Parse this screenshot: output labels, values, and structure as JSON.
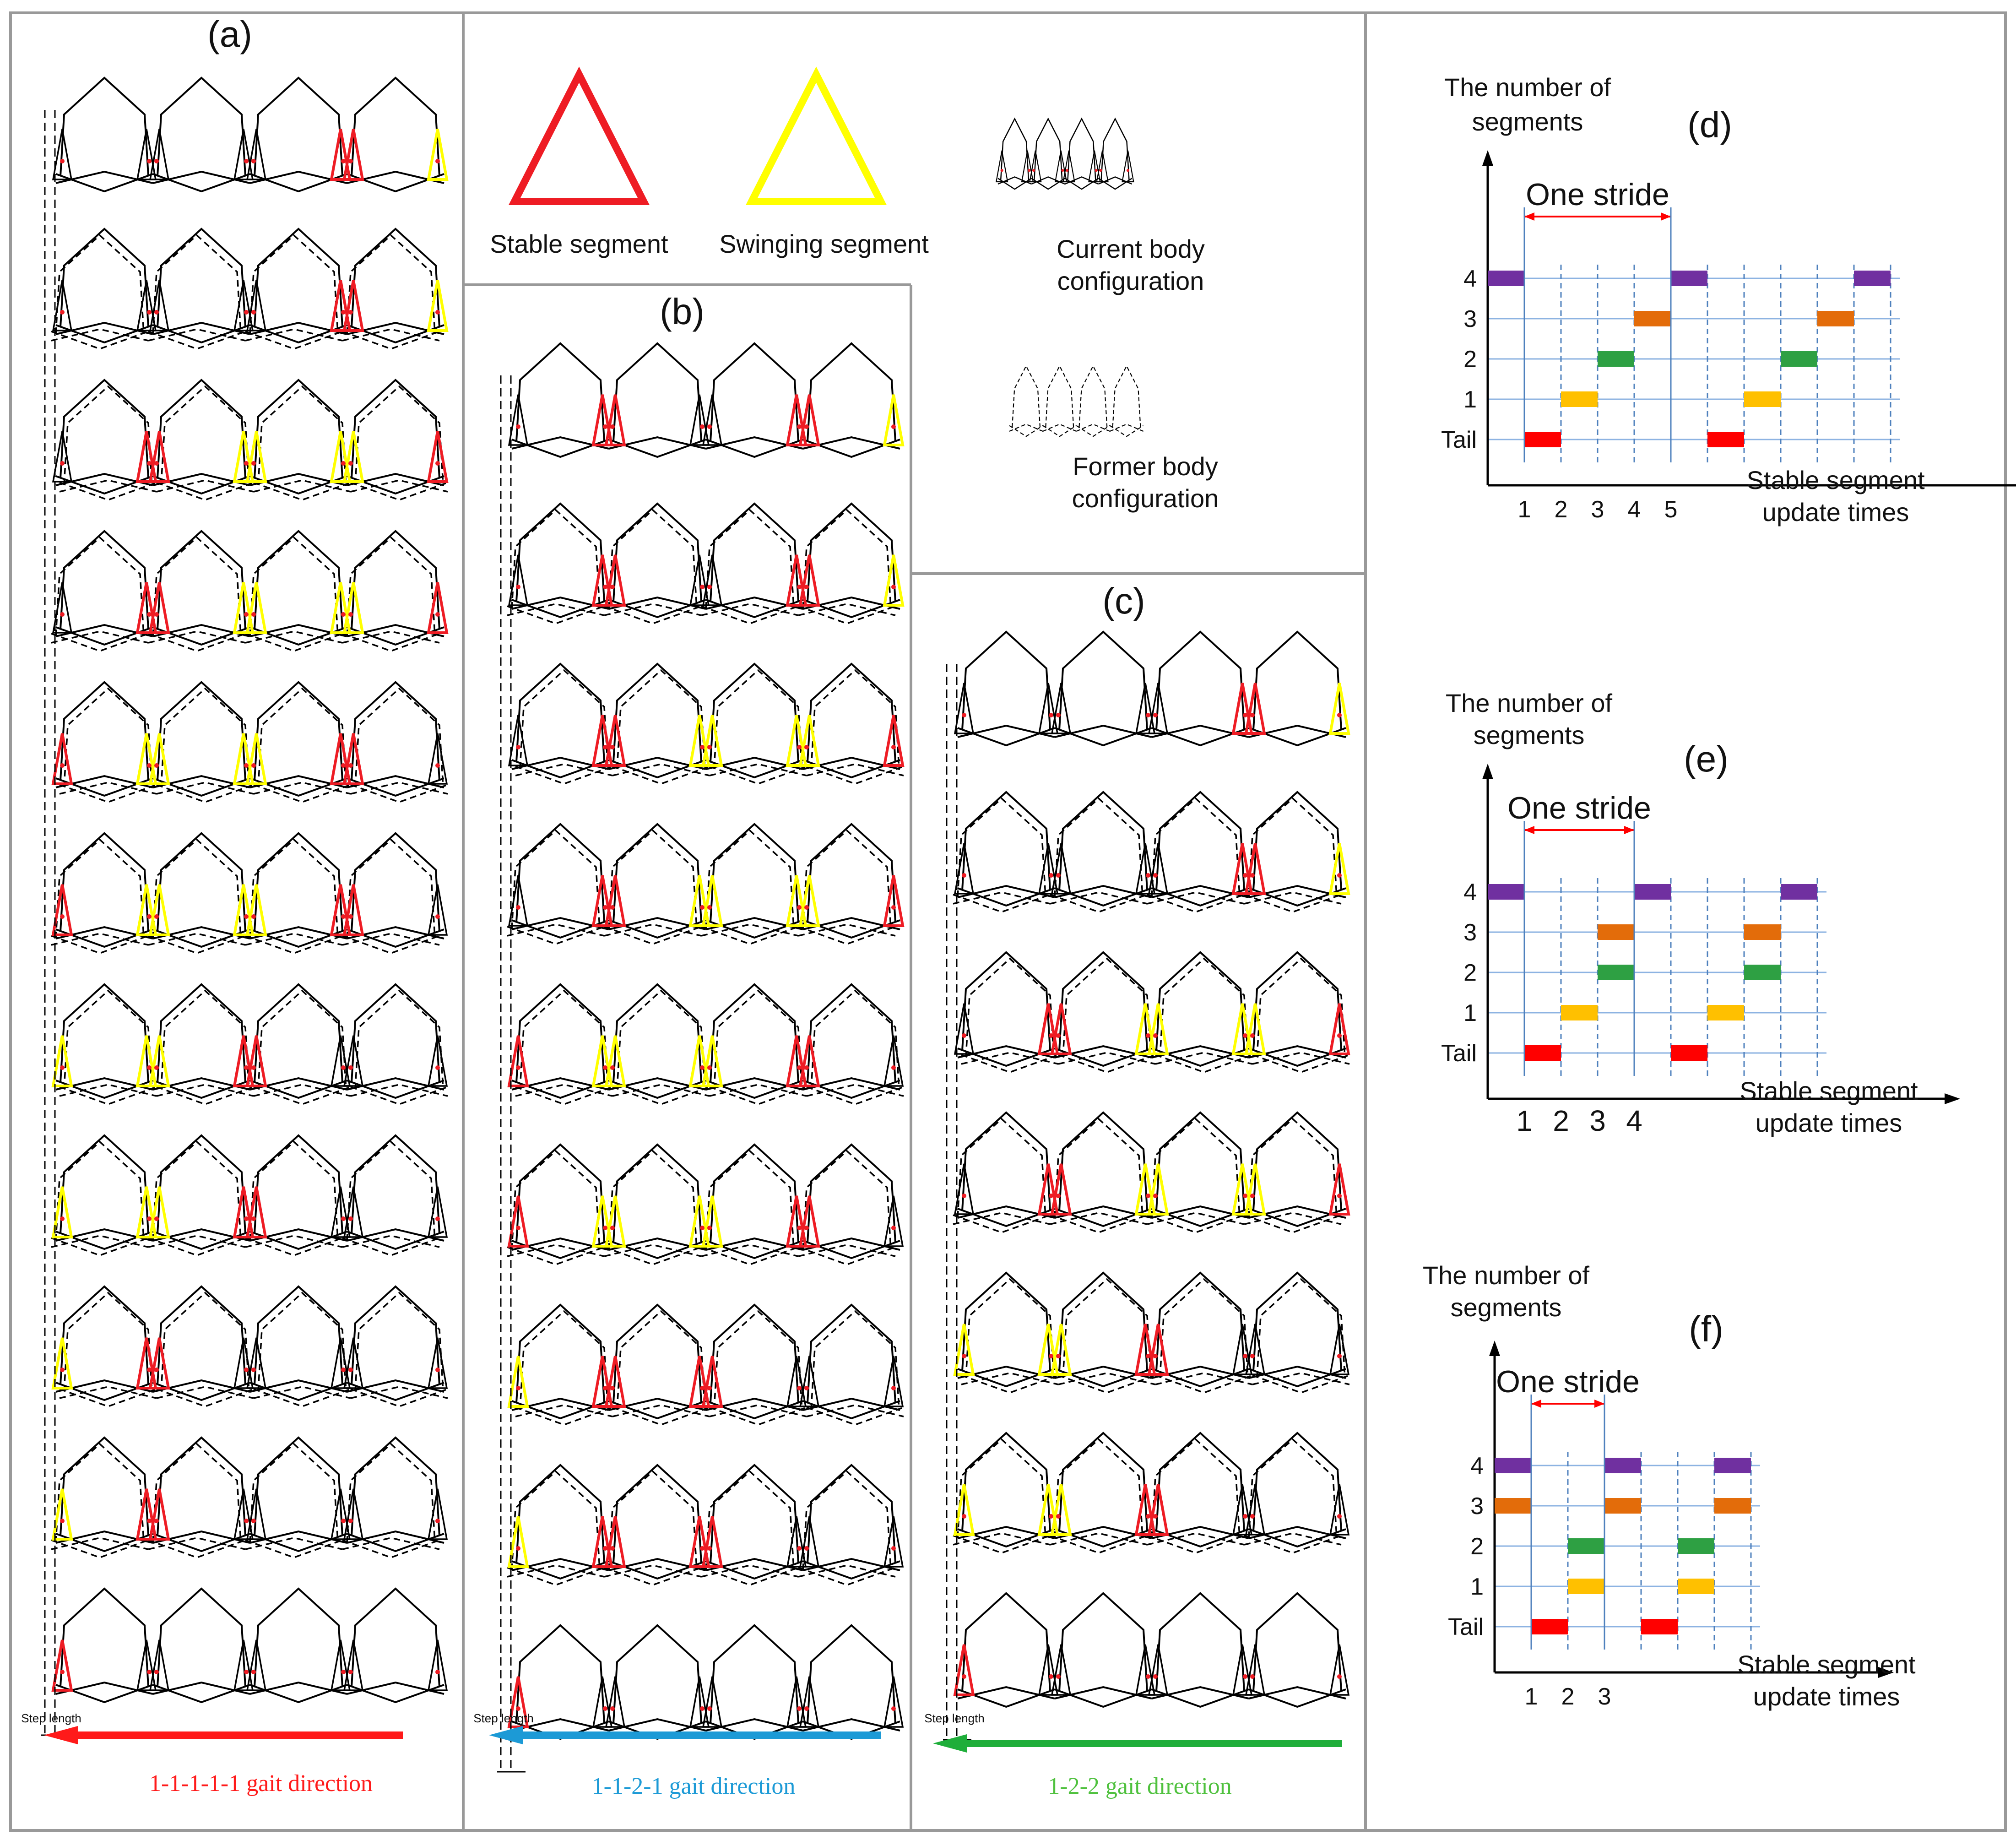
{
  "panels": {
    "a": {
      "label": "(a)",
      "direction": "1-1-1-1-1 gait direction",
      "step_label": "Step length",
      "color": "#ff1a1a"
    },
    "b": {
      "label": "(b)",
      "direction": "1-1-2-1 gait direction",
      "step_label": "Step length",
      "color": "#1c9ad6"
    },
    "c": {
      "label": "(c)",
      "direction": "1-2-2 gait direction",
      "step_label": "Step length",
      "color": "#1fae3a"
    }
  },
  "legend": {
    "stable": "Stable segment",
    "swinging": "Swinging segment",
    "current_1": "Current body",
    "current_2": "configuration",
    "former_1": "Former body",
    "former_2": "configuration",
    "stable_color": "#ee1c24",
    "swinging_color": "#ffff00"
  },
  "timing_charts": [
    {
      "label": "(d)",
      "ylabel_1": "The number of",
      "ylabel_2": "segments",
      "xlabel_1": "Stable segment",
      "xlabel_2": "update times",
      "stride": "One stride",
      "rows": [
        "4",
        "3",
        "2",
        "1",
        "Tail"
      ],
      "ticks": [
        "1",
        "2",
        "3",
        "4",
        "5"
      ],
      "bars": [
        {
          "row": "4",
          "slot": 0
        },
        {
          "row": "Tail",
          "slot": 1
        },
        {
          "row": "1",
          "slot": 2
        },
        {
          "row": "2",
          "slot": 3
        },
        {
          "row": "3",
          "slot": 4
        },
        {
          "row": "4",
          "slot": 5
        },
        {
          "row": "Tail",
          "slot": 6
        },
        {
          "row": "1",
          "slot": 7
        },
        {
          "row": "2",
          "slot": 8
        },
        {
          "row": "3",
          "slot": 9
        },
        {
          "row": "4",
          "slot": 10
        }
      ]
    },
    {
      "label": "(e)",
      "ylabel_1": "The number of",
      "ylabel_2": "segments",
      "xlabel_1": "Stable segment",
      "xlabel_2": "update times",
      "stride": "One stride",
      "rows": [
        "4",
        "3",
        "2",
        "1",
        "Tail"
      ],
      "ticks": [
        "1",
        "2",
        "3",
        "4"
      ],
      "bars": [
        {
          "row": "4",
          "slot": 0
        },
        {
          "row": "Tail",
          "slot": 1
        },
        {
          "row": "1",
          "slot": 2
        },
        {
          "row": "2",
          "slot": 3
        },
        {
          "row": "3",
          "slot": 3
        },
        {
          "row": "4",
          "slot": 4
        },
        {
          "row": "Tail",
          "slot": 5
        },
        {
          "row": "1",
          "slot": 6
        },
        {
          "row": "2",
          "slot": 7
        },
        {
          "row": "3",
          "slot": 7
        },
        {
          "row": "4",
          "slot": 8
        }
      ]
    },
    {
      "label": "(f)",
      "ylabel_1": "The number of",
      "ylabel_2": "segments",
      "xlabel_1": "Stable segment",
      "xlabel_2": "update times",
      "stride": "One stride",
      "rows": [
        "4",
        "3",
        "2",
        "1",
        "Tail"
      ],
      "ticks": [
        "1",
        "2",
        "3"
      ],
      "bars": [
        {
          "row": "4",
          "slot": 0
        },
        {
          "row": "3",
          "slot": 0
        },
        {
          "row": "Tail",
          "slot": 1
        },
        {
          "row": "1",
          "slot": 2
        },
        {
          "row": "2",
          "slot": 2
        },
        {
          "row": "4",
          "slot": 3
        },
        {
          "row": "3",
          "slot": 3
        },
        {
          "row": "Tail",
          "slot": 4
        },
        {
          "row": "1",
          "slot": 5
        },
        {
          "row": "2",
          "slot": 5
        },
        {
          "row": "4",
          "slot": 6
        },
        {
          "row": "3",
          "slot": 6
        }
      ]
    }
  ],
  "row_colors": {
    "4": "#7030a0",
    "3": "#e36c0a",
    "2": "#2ea043",
    "1": "#ffc000",
    "Tail": "#ff0000"
  },
  "gaits": {
    "a": [
      [
        "N",
        "S",
        "S",
        "R",
        "Y"
      ],
      [
        "N",
        "S",
        "S",
        "R",
        "Y"
      ],
      [
        "S",
        "R",
        "Y",
        "Y",
        "R"
      ],
      [
        "S",
        "R",
        "Y",
        "Y",
        "R"
      ],
      [
        "R",
        "Y",
        "Y",
        "R",
        "S"
      ],
      [
        "R",
        "Y",
        "Y",
        "R",
        "S"
      ],
      [
        "Y",
        "Y",
        "R",
        "S",
        "S"
      ],
      [
        "Y",
        "Y",
        "R",
        "S",
        "S"
      ],
      [
        "Y",
        "R",
        "S",
        "S",
        "S"
      ],
      [
        "Y",
        "R",
        "S",
        "S",
        "S"
      ],
      [
        "R",
        "S",
        "S",
        "S",
        "S"
      ]
    ],
    "b": [
      [
        "N",
        "R",
        "S",
        "R",
        "Y"
      ],
      [
        "N",
        "R",
        "S",
        "R",
        "Y"
      ],
      [
        "N",
        "R",
        "Y",
        "Y",
        "R"
      ],
      [
        "N",
        "R",
        "Y",
        "Y",
        "R"
      ],
      [
        "R",
        "Y",
        "Y",
        "R",
        "S"
      ],
      [
        "R",
        "Y",
        "Y",
        "R",
        "S"
      ],
      [
        "Y",
        "R",
        "R",
        "S",
        "S"
      ],
      [
        "Y",
        "R",
        "R",
        "S",
        "S"
      ],
      [
        "R",
        "S",
        "S",
        "S",
        "S"
      ]
    ],
    "c": [
      [
        "N",
        "S",
        "S",
        "R",
        "Y"
      ],
      [
        "N",
        "S",
        "S",
        "R",
        "Y"
      ],
      [
        "N",
        "R",
        "Y",
        "Y",
        "R"
      ],
      [
        "N",
        "R",
        "Y",
        "Y",
        "R"
      ],
      [
        "Y",
        "Y",
        "R",
        "S",
        "S"
      ],
      [
        "Y",
        "Y",
        "R",
        "S",
        "S"
      ],
      [
        "R",
        "S",
        "S",
        "S",
        "S"
      ]
    ]
  }
}
